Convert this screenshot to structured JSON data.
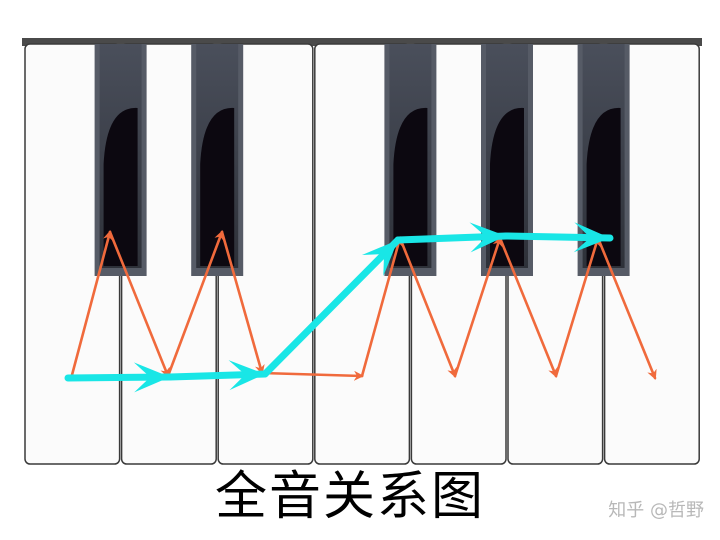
{
  "caption": "全音关系图",
  "watermark": "知乎 @哲野",
  "colors": {
    "white_key": "#fbfbfb",
    "key_outline": "#3a3a3a",
    "black_key": "#0c0810",
    "black_key_frame": "#565b66",
    "orange_arrow": "#f06a3c",
    "cyan_arrow": "#19e6e6"
  },
  "diagram": {
    "white_key_count": 7,
    "black_key_after_white": [
      0,
      1,
      3,
      4,
      5
    ]
  }
}
